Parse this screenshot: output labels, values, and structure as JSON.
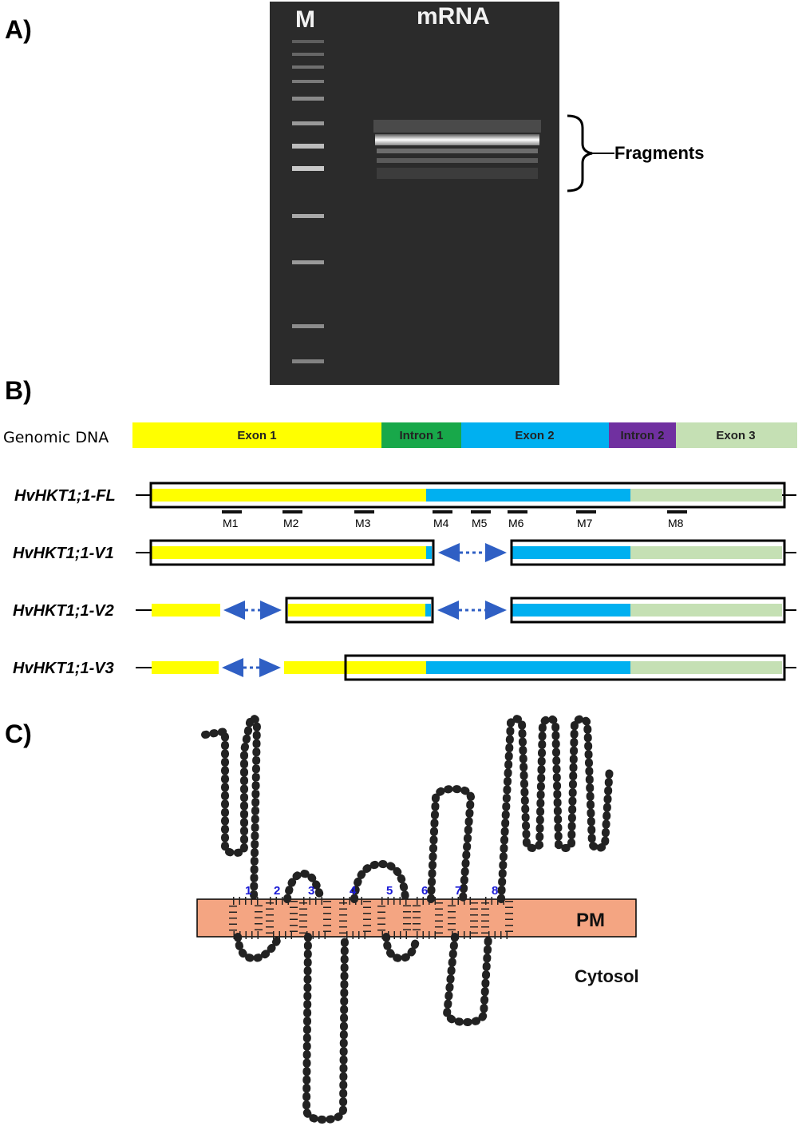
{
  "panels": {
    "a": "A)",
    "b": "B)",
    "c": "C)"
  },
  "gel": {
    "lane_labels": [
      "M",
      "mRNA"
    ],
    "bracket_label": "Fragments",
    "background": "#2b2b2b"
  },
  "genomic": {
    "label": "Genomic DNA",
    "segments": [
      {
        "name": "Exon 1",
        "color": "#ffff00"
      },
      {
        "name": "Intron 1",
        "color": "#18a84a"
      },
      {
        "name": "Exon 2",
        "color": "#00b0f0"
      },
      {
        "name": "Intron 2",
        "color": "#7030a0"
      },
      {
        "name": "Exon 3",
        "color": "#c5e0b4"
      }
    ]
  },
  "transcripts": [
    {
      "label": "HvHKT1;1-FL"
    },
    {
      "label": "HvHKT1;1-V1"
    },
    {
      "label": "HvHKT1;1-V2"
    },
    {
      "label": "HvHKT1;1-V3"
    }
  ],
  "markers": [
    "M1",
    "M2",
    "M3",
    "M4",
    "M5",
    "M6",
    "M7",
    "M8"
  ],
  "topology": {
    "tm_numbers": [
      "1",
      "2",
      "3",
      "4",
      "5",
      "6",
      "7",
      "8"
    ],
    "membrane_label": "PM",
    "membrane_color": "#f4a582",
    "cytosol_label": "Cytosol"
  },
  "colors": {
    "exon1": "#ffff00",
    "exon2": "#00b0f0",
    "exon3": "#c5e0b4",
    "arrow": "#2f5fc4"
  }
}
